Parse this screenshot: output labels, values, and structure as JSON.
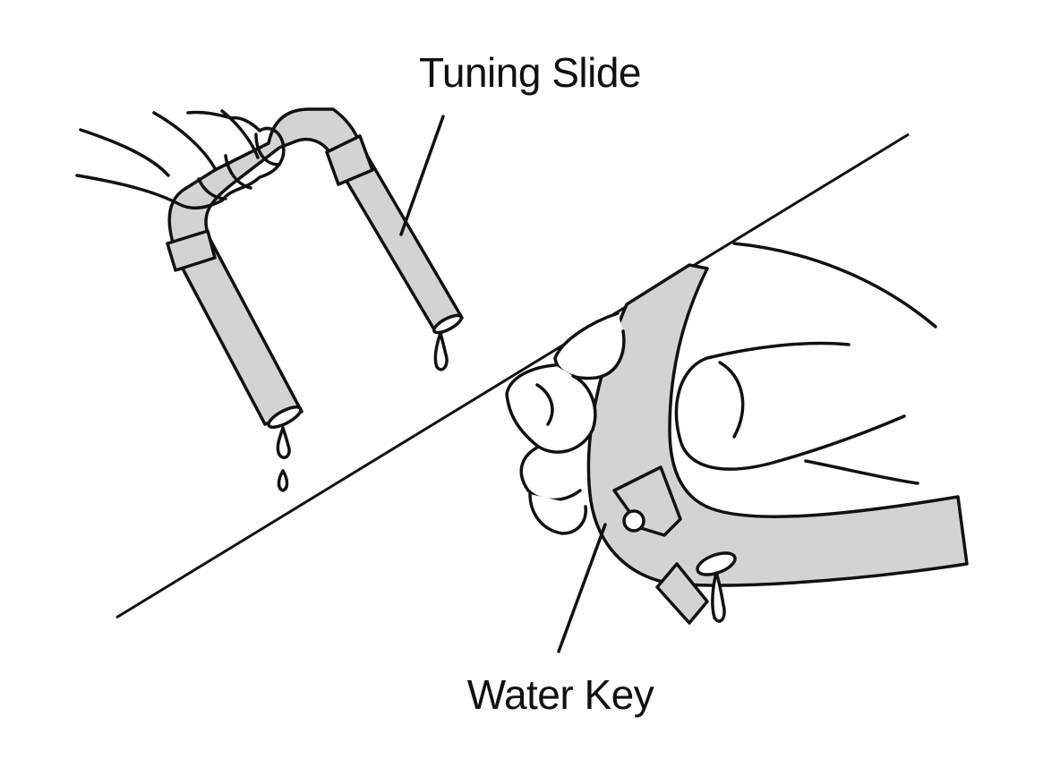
{
  "labels": {
    "tuning_slide": "Tuning Slide",
    "water_key": "Water Key"
  },
  "colors": {
    "stroke": "#111111",
    "tube_fill": "#d3d3d3",
    "skin_fill": "#ffffff",
    "background": "#ffffff"
  },
  "illustration": {
    "left_panel": "hand-holding-tuning-slide",
    "right_panel": "hand-pressing-water-key"
  }
}
